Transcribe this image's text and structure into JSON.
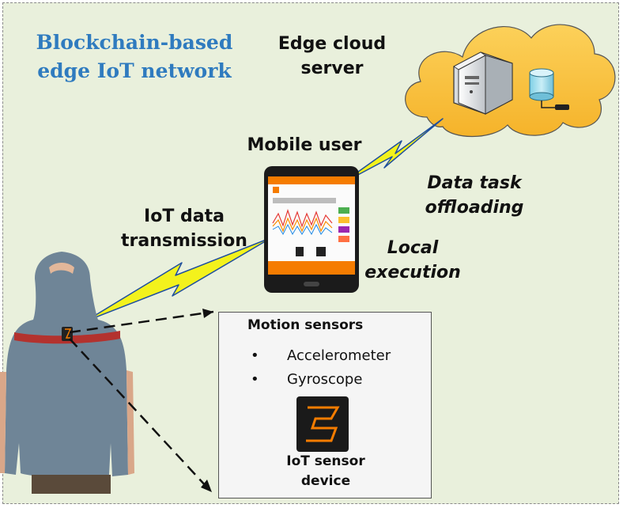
{
  "title": [
    "Blockchain-based",
    "edge IoT network"
  ],
  "edge_server": {
    "label": [
      "Edge cloud",
      "server"
    ]
  },
  "mobile_user": {
    "label": "Mobile user"
  },
  "data_task": {
    "label": [
      "Data task",
      "offloading"
    ]
  },
  "local_exec": {
    "label": [
      "Local",
      "execution"
    ]
  },
  "iot_transmission": {
    "label": [
      "IoT data",
      "transmission"
    ]
  },
  "sensor_box": {
    "title": "Motion sensors",
    "items": [
      "Accelerometer",
      "Gyroscope"
    ],
    "device_caption": [
      "IoT sensor",
      "device"
    ]
  },
  "colors": {
    "title": "#2f7bbf",
    "background": "#e9f0dc",
    "cloud": "#fbc33a",
    "lightning": "#f3f21c",
    "phone_accent": "#f57c00",
    "strap": "#b3322e",
    "shirt": "#6f8597"
  }
}
